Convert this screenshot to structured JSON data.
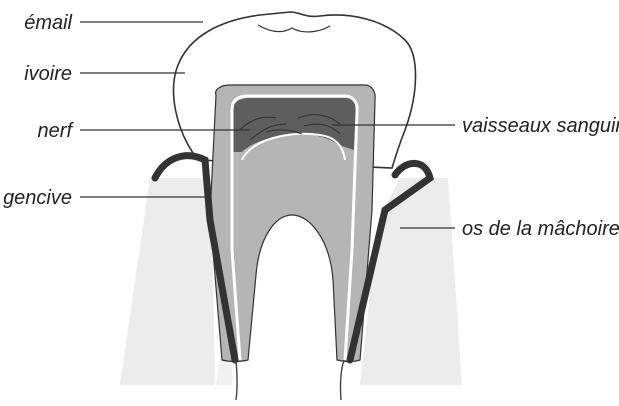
{
  "labels": {
    "email": "émail",
    "ivoire": "ivoire",
    "nerf": "nerf",
    "gencive": "gencive",
    "vaisseaux": "vaisseaux sanguins",
    "os": "os de la mâchoire"
  },
  "colors": {
    "enamel": "#ffffff",
    "dentin": "#b5b5b5",
    "pulp": "#5e5e5e",
    "pulp_line": "#ffffff",
    "gum": "#333333",
    "bone": "#ececec",
    "line": "#333333",
    "text": "#222222"
  }
}
